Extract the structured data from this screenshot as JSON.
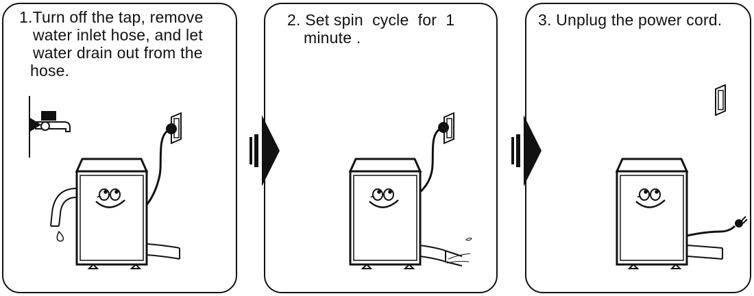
{
  "steps": [
    {
      "number": "1.",
      "lines": [
        "Turn off the tap, remove",
        "water inlet hose, and let",
        "water drain out from the",
        "hose."
      ]
    },
    {
      "number": "2.",
      "lines": [
        "Set spin  cycle  for  1",
        "minute ."
      ]
    },
    {
      "number": "3.",
      "lines": [
        "Unplug the power cord."
      ]
    }
  ],
  "colors": {
    "stroke": "#111111",
    "background": "#ffffff"
  },
  "icons": [
    "tap-icon",
    "wall-outlet-icon",
    "washing-machine-icon",
    "power-plug-icon",
    "arrow-right-icon",
    "water-drop-icon"
  ]
}
